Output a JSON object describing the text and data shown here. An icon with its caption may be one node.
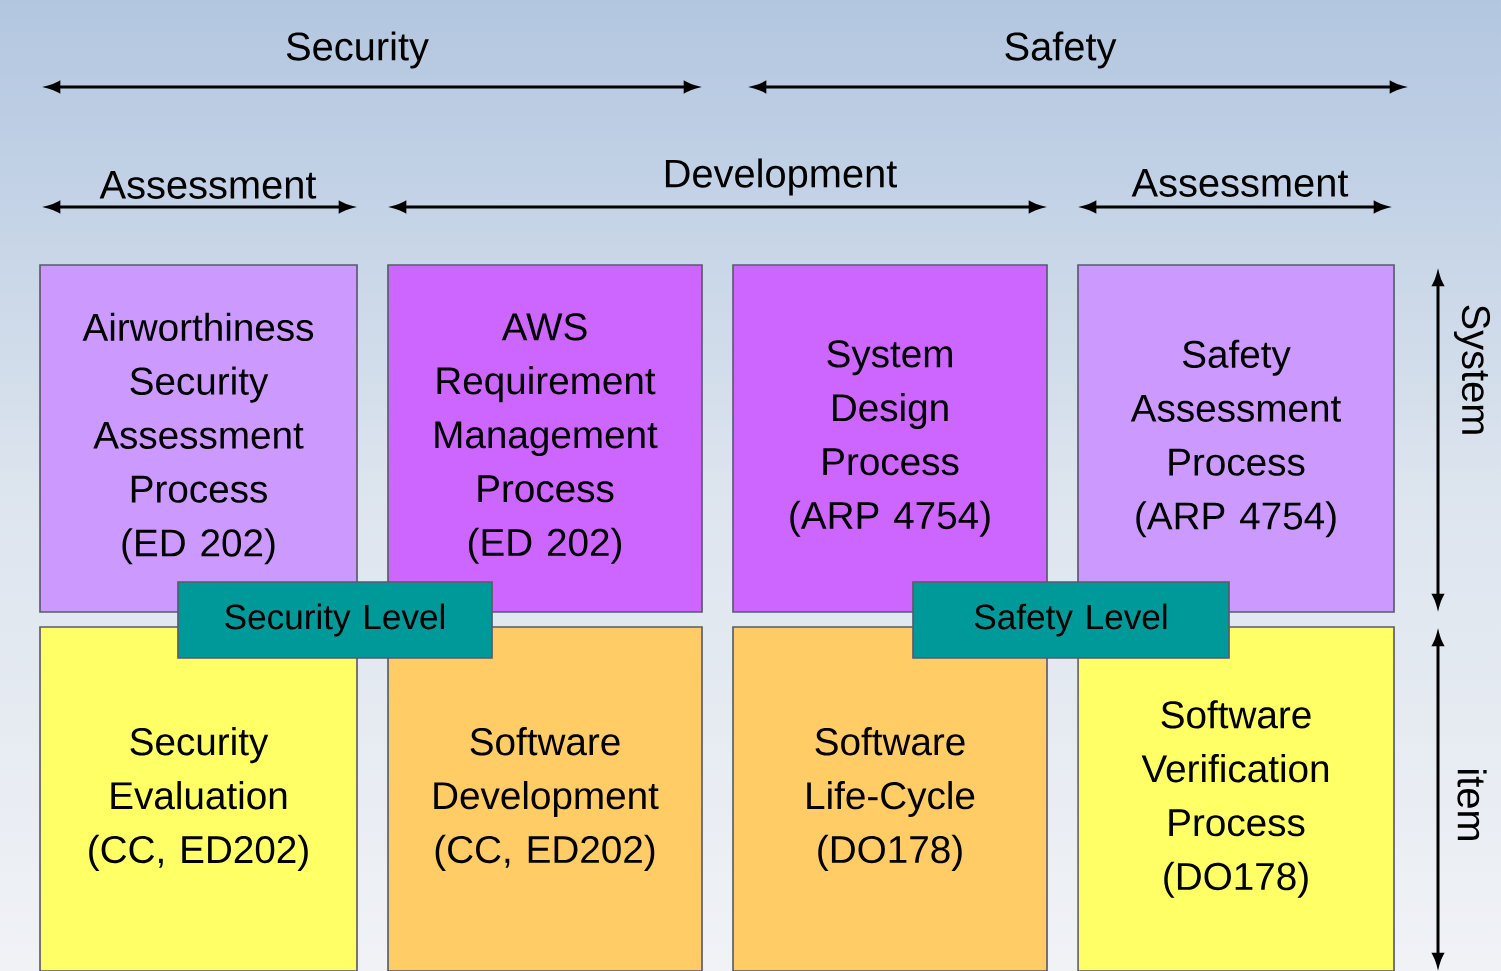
{
  "diagram": {
    "nodes": [
      {
        "text": [
          "Airworthiness Security Assessment Process (ED 202)"
        ]
      },
      {
        "text": [
          "AWS Requirement Management Process (ED 202)"
        ]
      },
      {
        "text": [
          "System Design Process (ARP 4754)"
        ]
      },
      {
        "text": [
          "Safety Assessment Process (ARP 4754)"
        ]
      },
      {
        "text": [
          "Security Level"
        ]
      },
      {
        "text": [
          "Safety Level"
        ]
      },
      {
        "text": [
          "Security Evaluation (CC, ED202)"
        ]
      },
      {
        "text": [
          "Software Development (CC, ED202)"
        ]
      },
      {
        "text": [
          "Software Life-Cycle (DO178)"
        ]
      },
      {
        "text": [
          "Software Verification Process (DO178)"
        ]
      }
    ],
    "labels": [
      "Security",
      "Safety",
      "Assessment",
      "Development",
      "Assessment",
      "System",
      "item"
    ]
  }
}
